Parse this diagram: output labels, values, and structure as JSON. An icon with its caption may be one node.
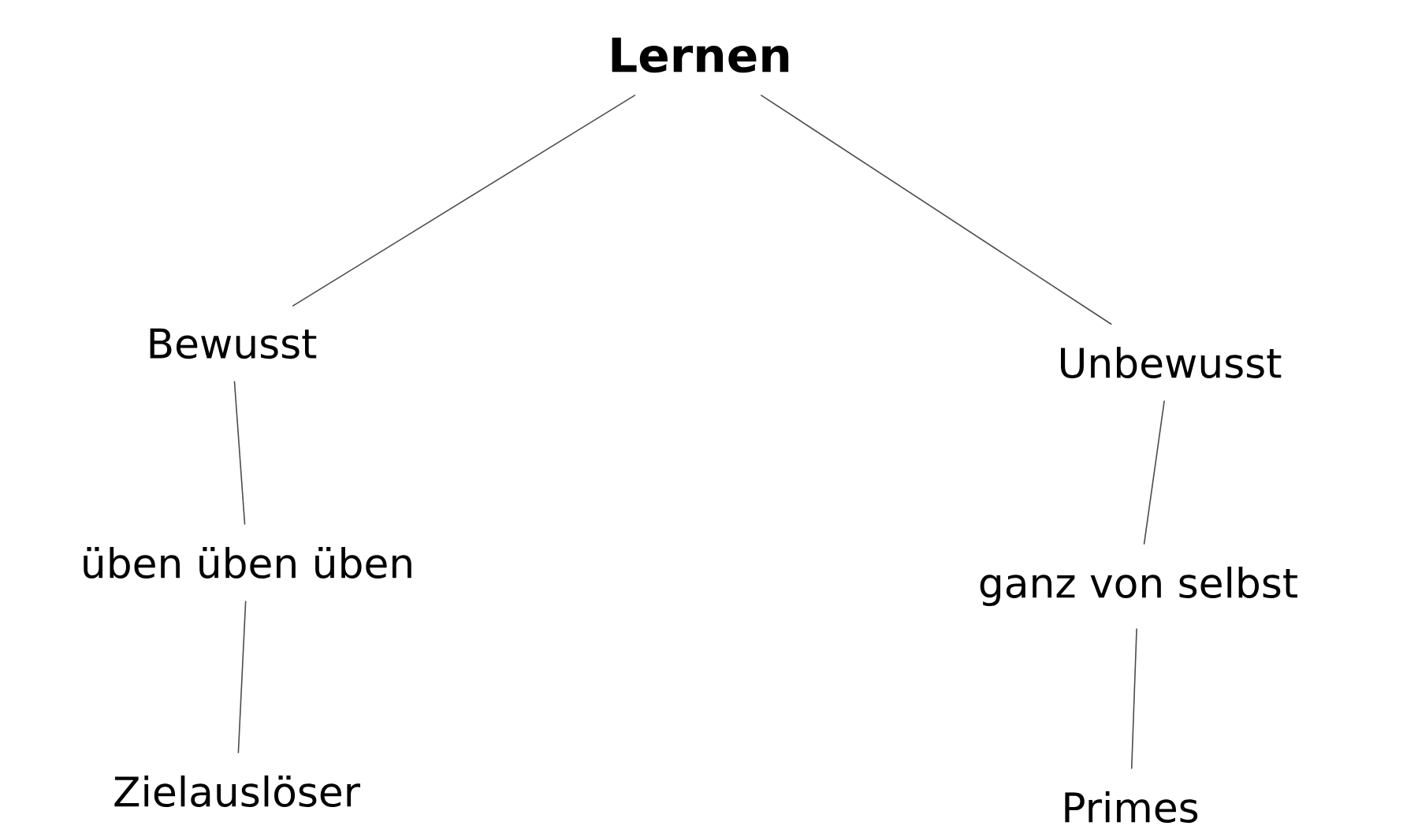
{
  "diagram": {
    "nodes": [
      {
        "text": [
          "Lernen"
        ]
      },
      {
        "text": [
          "Bewusst"
        ]
      },
      {
        "text": [
          "Unbewusst"
        ]
      },
      {
        "text": [
          "üben üben üben"
        ]
      },
      {
        "text": [
          "ganz von selbst"
        ]
      },
      {
        "text": [
          "Zielauslöser"
        ]
      },
      {
        "text": [
          "Primes"
        ]
      }
    ],
    "edges": [
      {
        "from": 0,
        "to": 1,
        "arrow": "none"
      },
      {
        "from": 0,
        "to": 2,
        "arrow": "none"
      },
      {
        "from": 1,
        "to": 3,
        "arrow": "none"
      },
      {
        "from": 3,
        "to": 5,
        "arrow": "none"
      },
      {
        "from": 2,
        "to": 4,
        "arrow": "none"
      },
      {
        "from": 4,
        "to": 6,
        "arrow": "none"
      }
    ]
  }
}
